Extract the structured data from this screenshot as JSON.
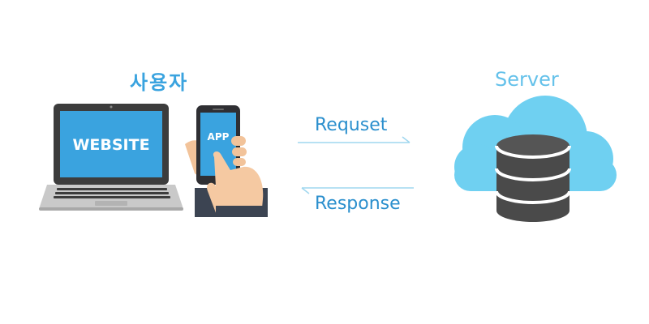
{
  "user_label": "사용자",
  "server_label": "Server",
  "request_label": "Requset",
  "response_label": "Response",
  "laptop_screen_text": "WEBSITE",
  "phone_screen_text": "APP",
  "colors": {
    "accent_blue": "#2b8fcd",
    "screen_blue": "#3aa3df",
    "cloud_blue": "#6fd0f1",
    "database_dark": "#4a4a4a",
    "arrow_line": "#9fd7ef"
  },
  "icons": [
    "laptop-icon",
    "smartphone-icon",
    "hand-icon",
    "cloud-icon",
    "database-icon",
    "request-arrow-icon",
    "response-arrow-icon"
  ]
}
